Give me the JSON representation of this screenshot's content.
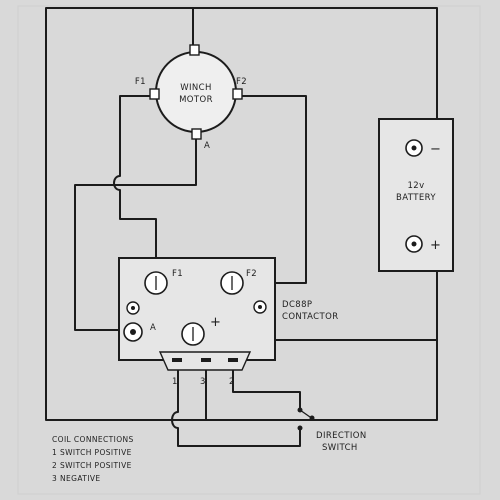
{
  "colors": {
    "background": "#d9d9d9",
    "box": "#e6e6e6",
    "ink": "#1c1c1c"
  },
  "motor": {
    "label_line1": "WINCH",
    "label_line2": "MOTOR",
    "f1": "F1",
    "f2": "F2",
    "a": "A"
  },
  "battery": {
    "label_line1": "12v",
    "label_line2": "BATTERY",
    "neg": "−",
    "pos": "+"
  },
  "contactor": {
    "f1": "F1",
    "f2": "F2",
    "a": "A",
    "plus": "+",
    "label_line1": "DC88P",
    "label_line2": "CONTACTOR"
  },
  "coil_terminals": [
    "1",
    "3",
    "2"
  ],
  "direction_switch": {
    "label_line1": "DIRECTION",
    "label_line2": "SWITCH"
  },
  "legend": {
    "title": "COIL CONNECTIONS",
    "items": [
      "1 SWITCH POSITIVE",
      "2 SWITCH POSITIVE",
      "3 NEGATIVE"
    ]
  }
}
